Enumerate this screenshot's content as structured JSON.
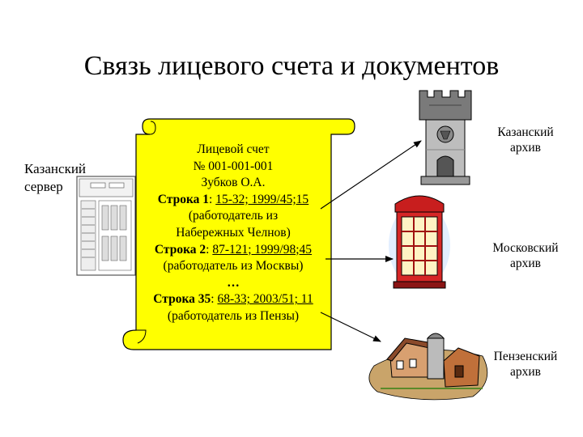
{
  "title": "Связь лицевого счета и документов",
  "server": {
    "line1": "Казанский",
    "line2": "сервер",
    "icon": "server-icon"
  },
  "account": {
    "heading": "Лицевой счет",
    "number": "№ 001-001-001",
    "holder": "Зубков О.А.",
    "rows": [
      {
        "label": "Строка 1",
        "value": "15-32; 1999/45;15",
        "note": "(работодатель из Набережных Челнов)",
        "note_lines": [
          "(работодатель из",
          "Набережных Челнов)"
        ]
      },
      {
        "label": "Строка 2",
        "value": "87-121; 1999/98;45",
        "note": "(работодатель из Москвы)",
        "note_lines": [
          "(работодатель из Москвы)"
        ]
      },
      {
        "label": "Строка 35",
        "value": "68-33; 2003/51; 11",
        "note": "(работодатель из Пензы)",
        "note_lines": [
          "(работодатель из Пензы)"
        ]
      }
    ],
    "ellipsis": "…"
  },
  "archives": [
    {
      "line1": "Казанский",
      "line2": "архив",
      "icon": "castle-tower-icon"
    },
    {
      "line1": "Московский",
      "line2": "архив",
      "icon": "phone-booth-icon"
    },
    {
      "line1": "Пензенский",
      "line2": "архив",
      "icon": "farm-house-icon"
    }
  ],
  "colors": {
    "scroll_fill": "#ffff00",
    "outline": "#000000"
  }
}
